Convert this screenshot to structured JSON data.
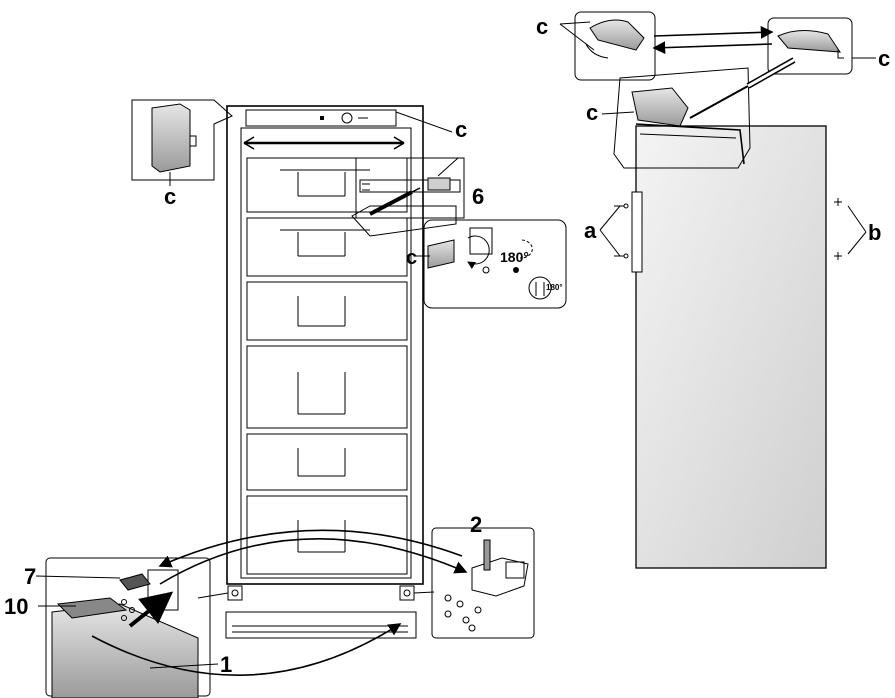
{
  "labels": {
    "c_top_left": "c",
    "c_top_right": "c",
    "c_screwdriver": "c",
    "c_inset_left": "c",
    "c_fridge_right": "c",
    "c_inset_hinge": "c",
    "num_6": "6",
    "a": "a",
    "b": "b",
    "num_2": "2",
    "num_7": "7",
    "num_10": "10",
    "num_1": "1",
    "rotate_180_large": "180°",
    "rotate_180_small": "180°"
  }
}
